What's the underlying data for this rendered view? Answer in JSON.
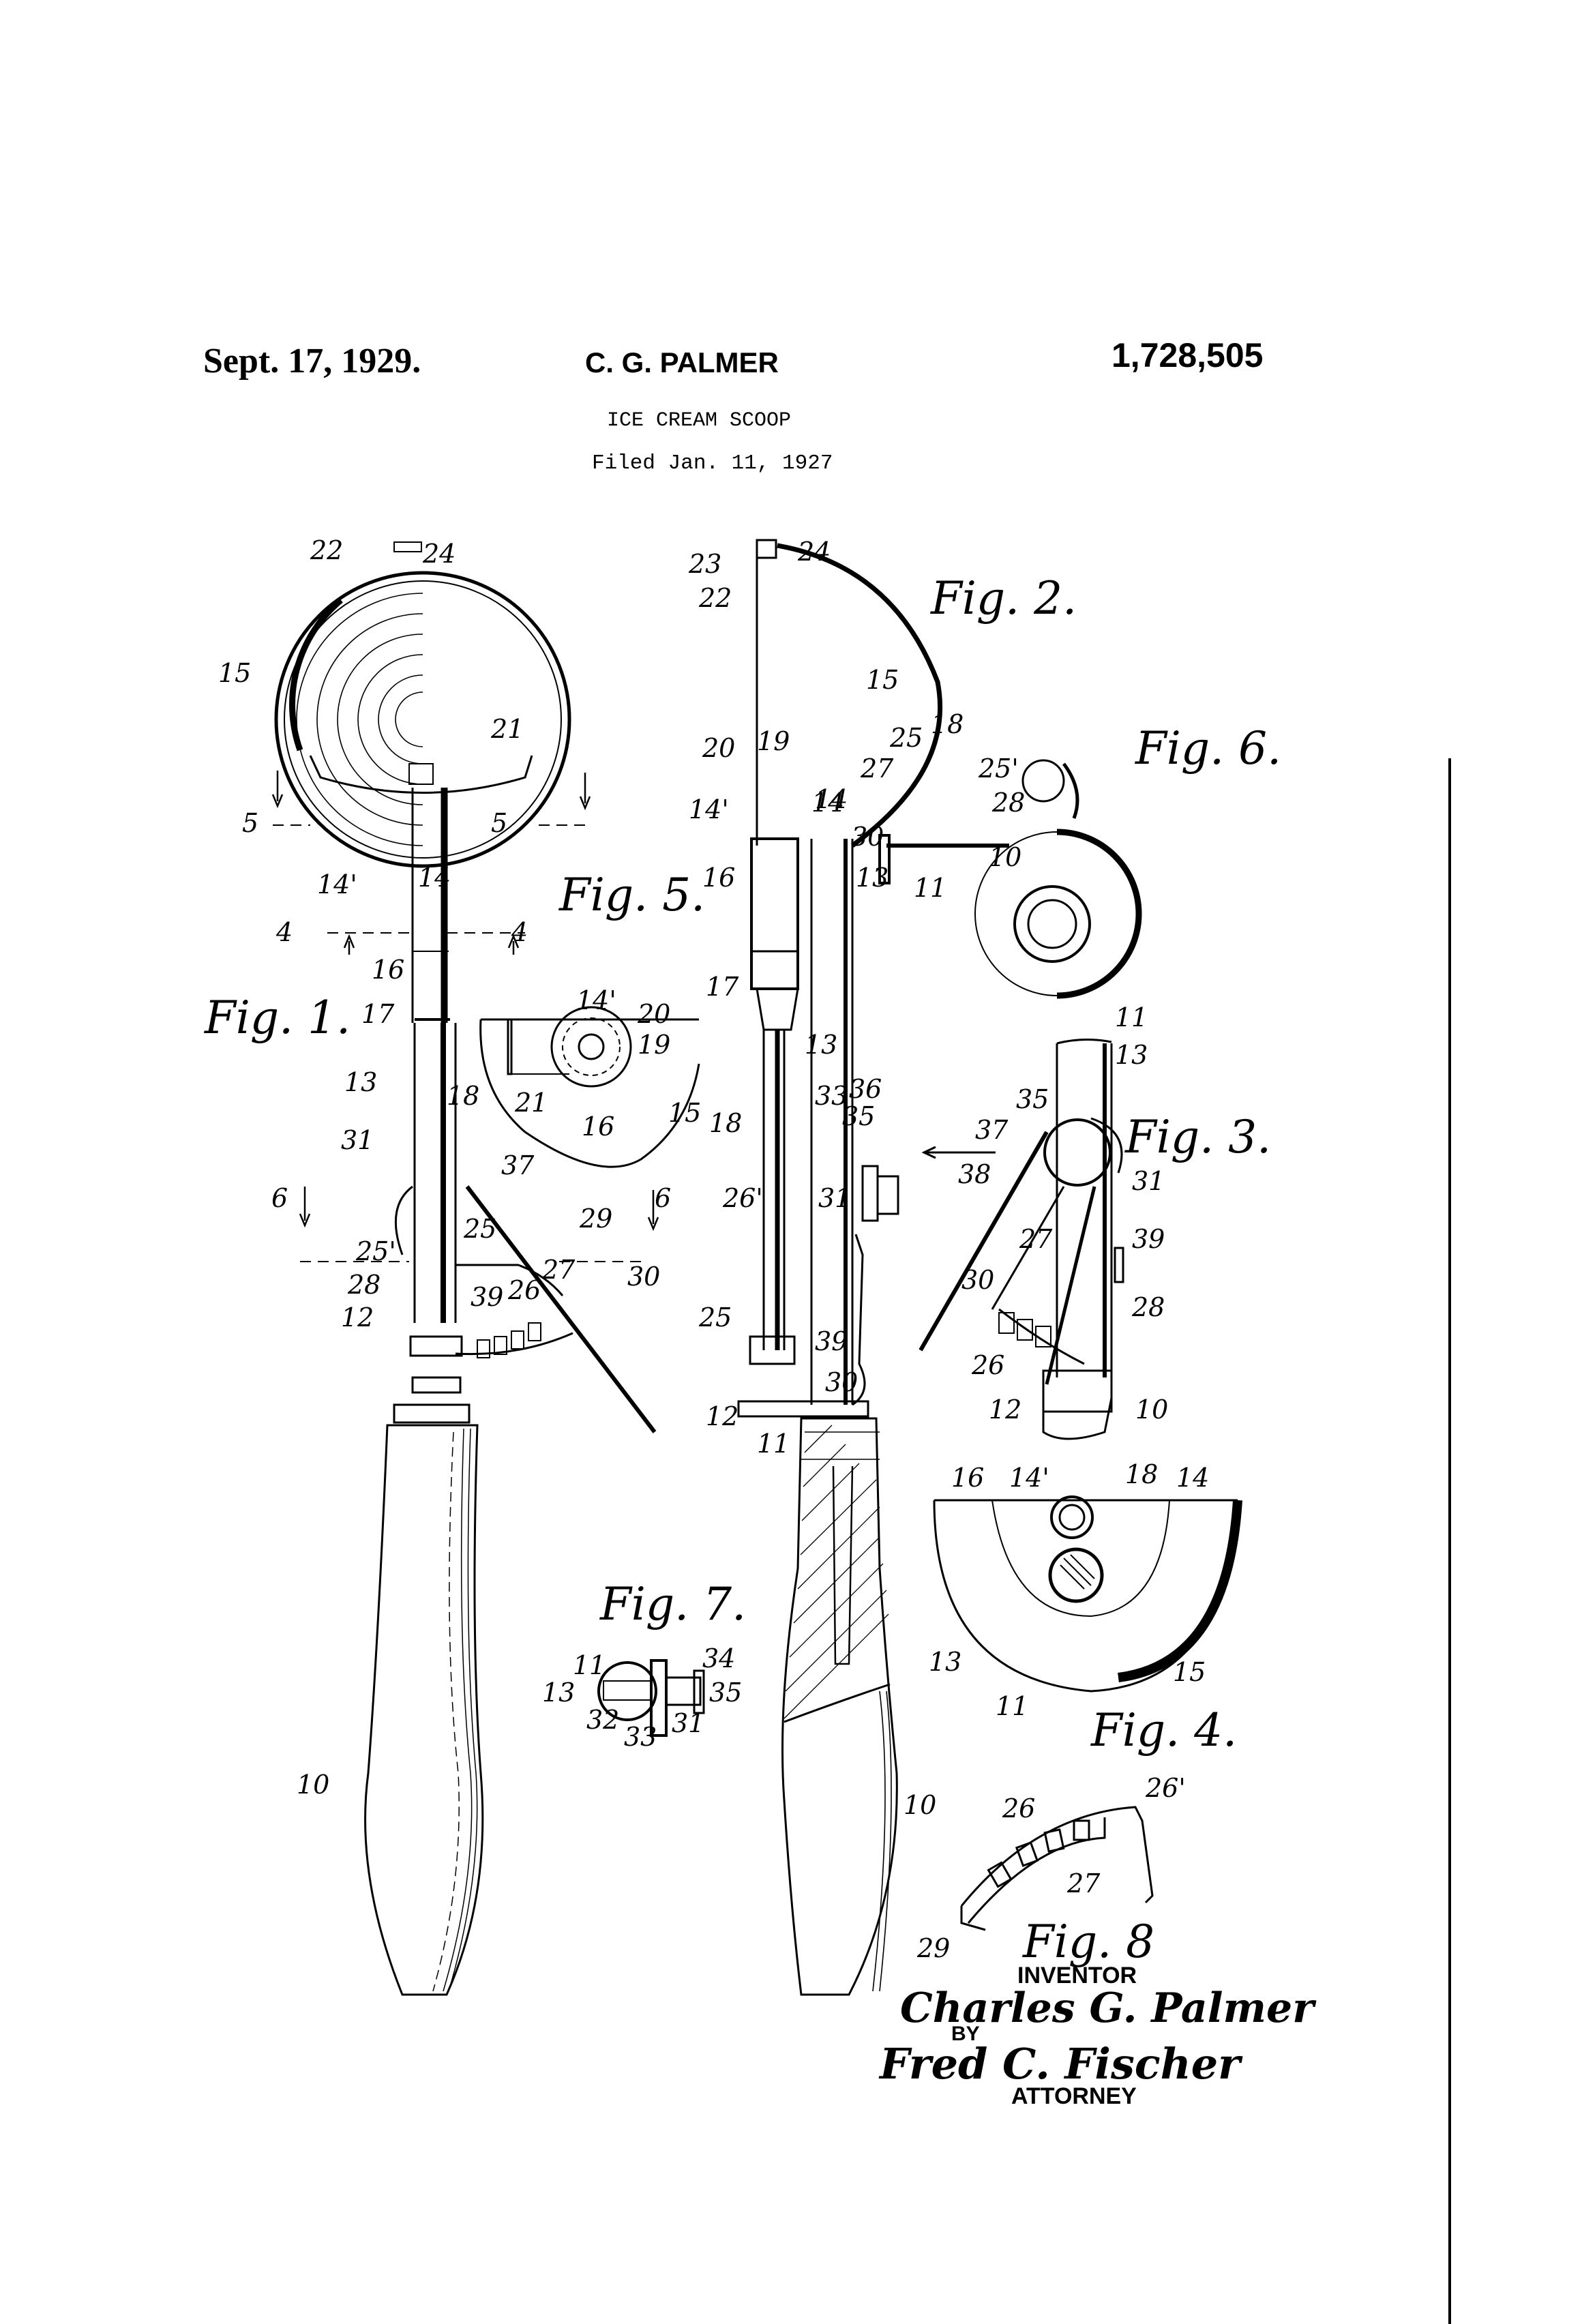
{
  "header": {
    "date": "Sept. 17, 1929.",
    "inventor_name": "C. G. PALMER",
    "patent_number": "1,728,505",
    "title": "ICE CREAM SCOOP",
    "filed": "Filed Jan. 11, 1927"
  },
  "figures": [
    {
      "id": "fig1",
      "label": "Fig. 1.",
      "refs": [
        "22",
        "24",
        "15",
        "21",
        "5",
        "5",
        "14'",
        "14",
        "4",
        "4",
        "16",
        "17",
        "13",
        "18",
        "31",
        "37",
        "6",
        "6",
        "25",
        "29",
        "25'",
        "27",
        "30",
        "28",
        "26",
        "39",
        "12",
        "10"
      ]
    },
    {
      "id": "fig2",
      "label": "Fig. 2.",
      "refs": [
        "23",
        "24",
        "22",
        "15",
        "20",
        "19",
        "14'",
        "14",
        "16",
        "17",
        "13",
        "18",
        "33",
        "36",
        "35",
        "31",
        "26'",
        "25",
        "39",
        "12",
        "30",
        "11",
        "10"
      ]
    },
    {
      "id": "fig3",
      "label": "Fig. 3.",
      "refs": [
        "11",
        "13",
        "35",
        "37",
        "38",
        "31",
        "27",
        "39",
        "30",
        "28",
        "26",
        "12",
        "10"
      ]
    },
    {
      "id": "fig4",
      "label": "Fig. 4.",
      "refs": [
        "16",
        "14'",
        "18",
        "14",
        "13",
        "11",
        "15"
      ]
    },
    {
      "id": "fig5",
      "label": "Fig. 5.",
      "refs": [
        "14'",
        "20",
        "19",
        "21",
        "16",
        "15"
      ]
    },
    {
      "id": "fig6",
      "label": "Fig. 6.",
      "refs": [
        "25",
        "18",
        "25'",
        "27",
        "14",
        "28",
        "30",
        "10",
        "13",
        "11"
      ]
    },
    {
      "id": "fig7",
      "label": "Fig. 7.",
      "refs": [
        "11",
        "34",
        "13",
        "35",
        "32",
        "33",
        "31"
      ]
    },
    {
      "id": "fig8",
      "label": "Fig. 8",
      "refs": [
        "26",
        "26'",
        "27",
        "29"
      ]
    }
  ],
  "signature_block": {
    "inventor_label": "INVENTOR",
    "inventor_signature": "Charles G. Palmer",
    "by_label": "BY",
    "attorney_signature": "Fred C. Fischer",
    "attorney_label": "ATTORNEY"
  },
  "colors": {
    "ink": "#000000",
    "paper": "#ffffff"
  }
}
